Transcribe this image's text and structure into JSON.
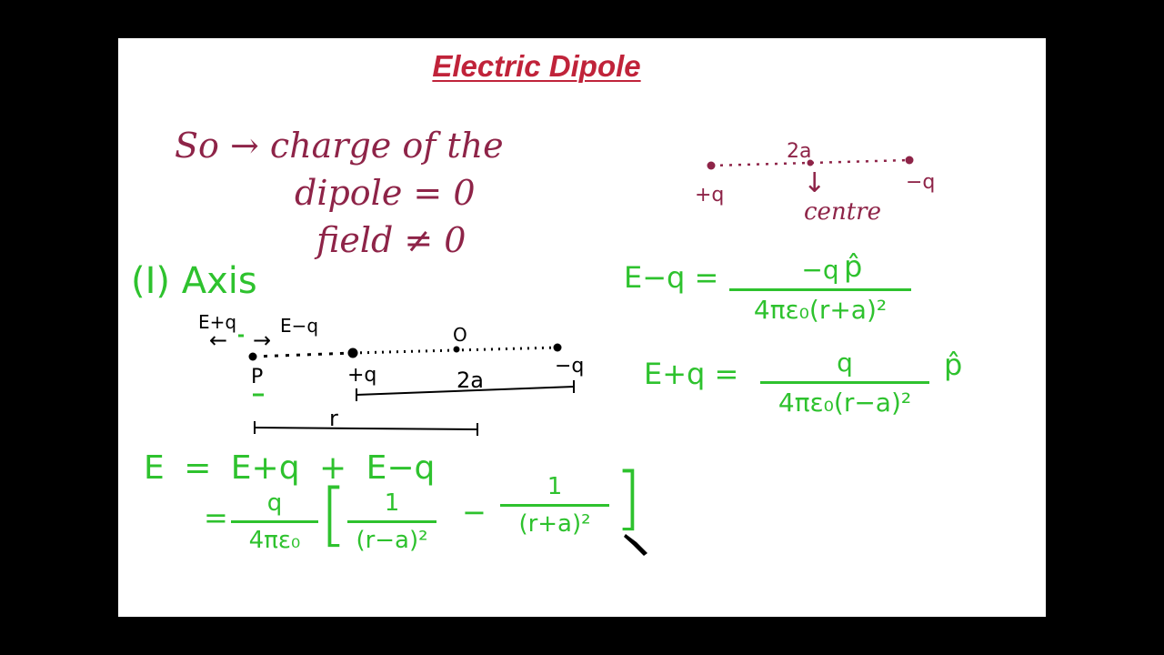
{
  "colors": {
    "title": "#c0233a",
    "maroon": "#8e2448",
    "green": "#2ec22e",
    "background": "#000000",
    "board": "#ffffff"
  },
  "title": "Electric Dipole",
  "notes": {
    "line1": "So → charge of the",
    "line2": "dipole = 0",
    "line3": "field ≠ 0"
  },
  "dipole_diagram": {
    "separation": "2a",
    "plus_label": "+q",
    "minus_label": "−q",
    "centre_arrow": "↓",
    "centre_label": "centre"
  },
  "section": {
    "heading": "(I) Axis"
  },
  "axis_diagram": {
    "e_plus": "E+q",
    "e_plus_arrow": "←",
    "e_minus": "E−q",
    "e_minus_arrow": "→",
    "point": "P",
    "plus_label": "+q",
    "origin_label": "O",
    "minus_label": "−q",
    "separation": "2a",
    "distance": "r"
  },
  "formulas": {
    "e_minus": {
      "lhs": "E−q =",
      "num": "−q",
      "den": "4πε₀(r+a)²",
      "unit": "p̂"
    },
    "e_plus": {
      "lhs": "E+q =",
      "num": "q",
      "den": "4πε₀(r−a)²",
      "unit": "p̂"
    },
    "sum": "E = E+q + E−q",
    "expanded": {
      "eq": "=",
      "coef_num": "q",
      "coef_den": "4πε₀",
      "bracket_open": "[",
      "t1_num": "1",
      "t1_den": "(r−a)²",
      "minus": "−",
      "t2_num": "1",
      "t2_den": "(r+a)²",
      "bracket_close": "]"
    }
  }
}
